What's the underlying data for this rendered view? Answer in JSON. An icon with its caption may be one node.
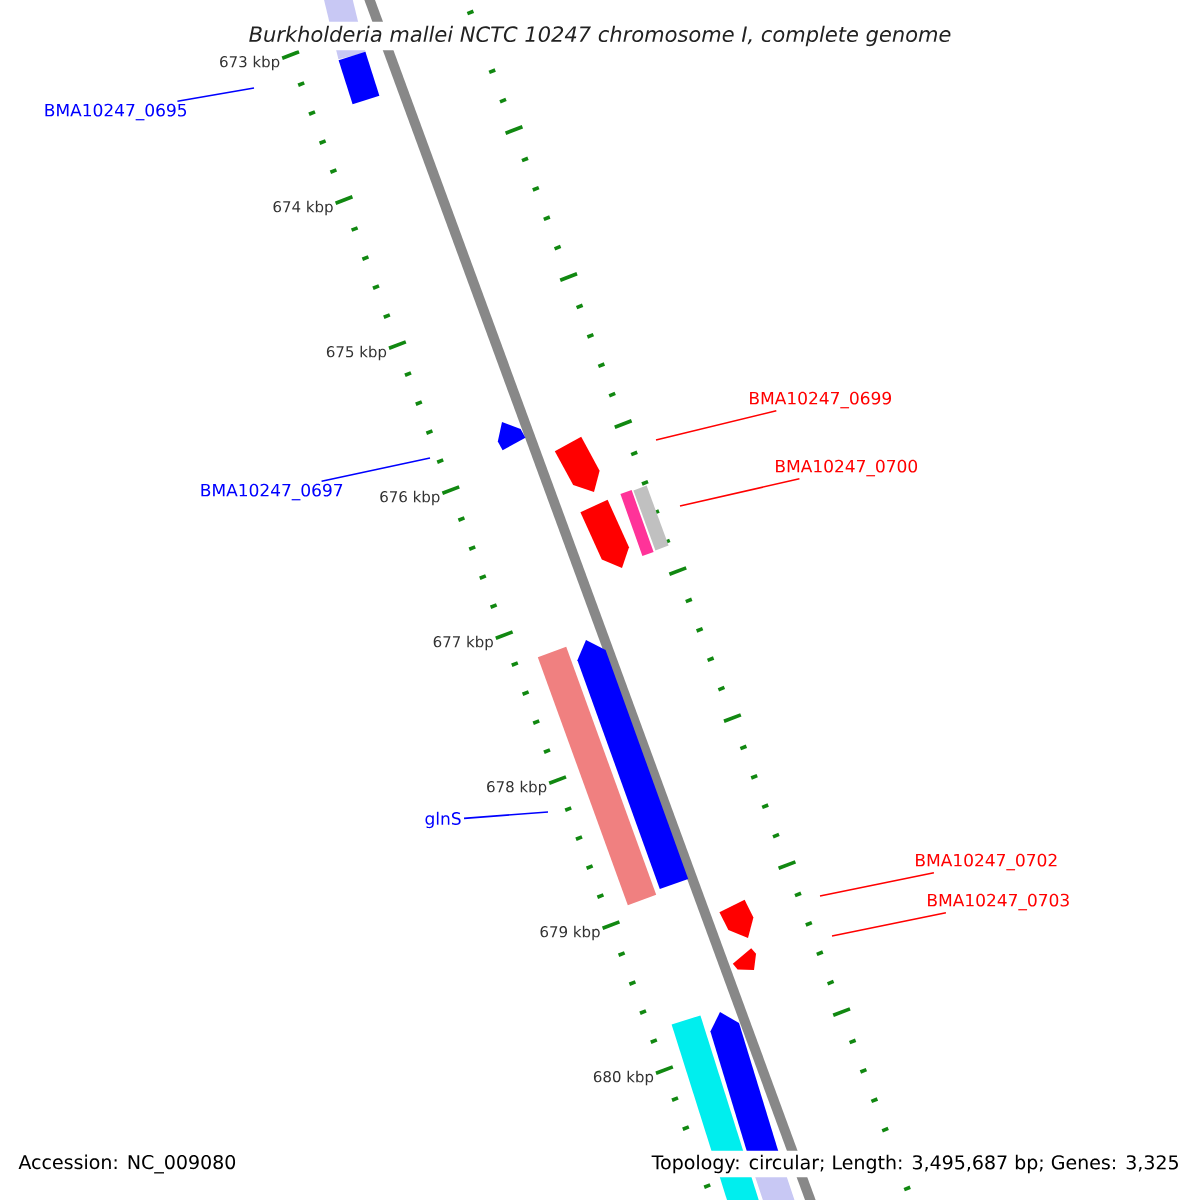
{
  "diagram": {
    "title": "Burkholderia mallei NCTC 10247 chromosome I, complete genome",
    "nodes": [
      {
        "text": [
          "BMA10247_0695"
        ]
      },
      {
        "text": [
          "BMA10247_0697"
        ]
      },
      {
        "text": [
          "glnS"
        ]
      },
      {
        "text": [
          "BMA10247_0699"
        ]
      },
      {
        "text": [
          "BMA10247_0700"
        ]
      },
      {
        "text": [
          "BMA10247_0702"
        ]
      },
      {
        "text": [
          "BMA10247_0703"
        ]
      }
    ],
    "edges": [
      {
        "from": 0,
        "to": null,
        "arrow": "none",
        "color": "#0000ff"
      },
      {
        "from": 1,
        "to": null,
        "arrow": "none",
        "color": "#0000ff"
      },
      {
        "from": 2,
        "to": null,
        "arrow": "none",
        "color": "#0000ff"
      },
      {
        "from": 3,
        "to": null,
        "arrow": "none",
        "color": "#ff0000"
      },
      {
        "from": 4,
        "to": null,
        "arrow": "none",
        "color": "#ff0000"
      },
      {
        "from": 5,
        "to": null,
        "arrow": "none",
        "color": "#ff0000"
      },
      {
        "from": 6,
        "to": null,
        "arrow": "none",
        "color": "#ff0000"
      }
    ],
    "labels": [
      "673 kbp",
      "674 kbp",
      "675 kbp",
      "676 kbp",
      "677 kbp",
      "678 kbp",
      "679 kbp",
      "680 kbp",
      "Accession: NC_009080",
      "Topology: circular; Length: 3,495,687 bp; Genes: 3,325"
    ]
  }
}
